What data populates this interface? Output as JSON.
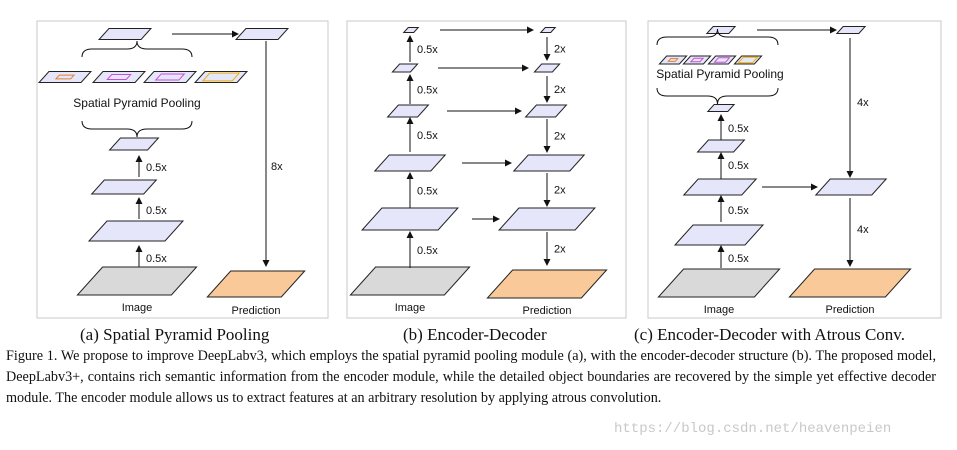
{
  "panels": [
    {
      "caption": "(a) Spatial Pyramid Pooling",
      "spp_label": "Spatial Pyramid Pooling",
      "image_label": "Image",
      "prediction_label": "Prediction",
      "down_labels": [
        "0.5x",
        "0.5x",
        "0.5x"
      ],
      "up_label": "8x"
    },
    {
      "caption": "(b) Encoder-Decoder",
      "image_label": "Image",
      "prediction_label": "Prediction",
      "down_labels": [
        "0.5x",
        "0.5x",
        "0.5x",
        "0.5x",
        "0.5x"
      ],
      "up_labels": [
        "2x",
        "2x",
        "2x",
        "2x",
        "2x"
      ]
    },
    {
      "caption": "(c) Encoder-Decoder with Atrous Conv.",
      "spp_label": "Spatial Pyramid Pooling",
      "image_label": "Image",
      "prediction_label": "Prediction",
      "down_labels": [
        "0.5x",
        "0.5x",
        "0.5x",
        "0.5x"
      ],
      "up_labels": [
        "4x",
        "4x"
      ]
    }
  ],
  "figure_caption": "Figure 1. We propose to improve DeepLabv3, which employs the spatial pyramid pooling module (a), with the encoder-decoder structure (b). The proposed model, DeepLabv3+, contains rich semantic information from the encoder module, while the detailed object boundaries are recovered by the simple yet effective decoder module. The encoder module allows us to extract features at an arbitrary resolution by applying atrous convolution.",
  "watermark": "https://blog.csdn.net/heavenpeien",
  "colors": {
    "feature": "#e6e6fb",
    "image": "#d9d9d9",
    "prediction": "#f9c99a",
    "panel_border": "#c8c8c8"
  }
}
